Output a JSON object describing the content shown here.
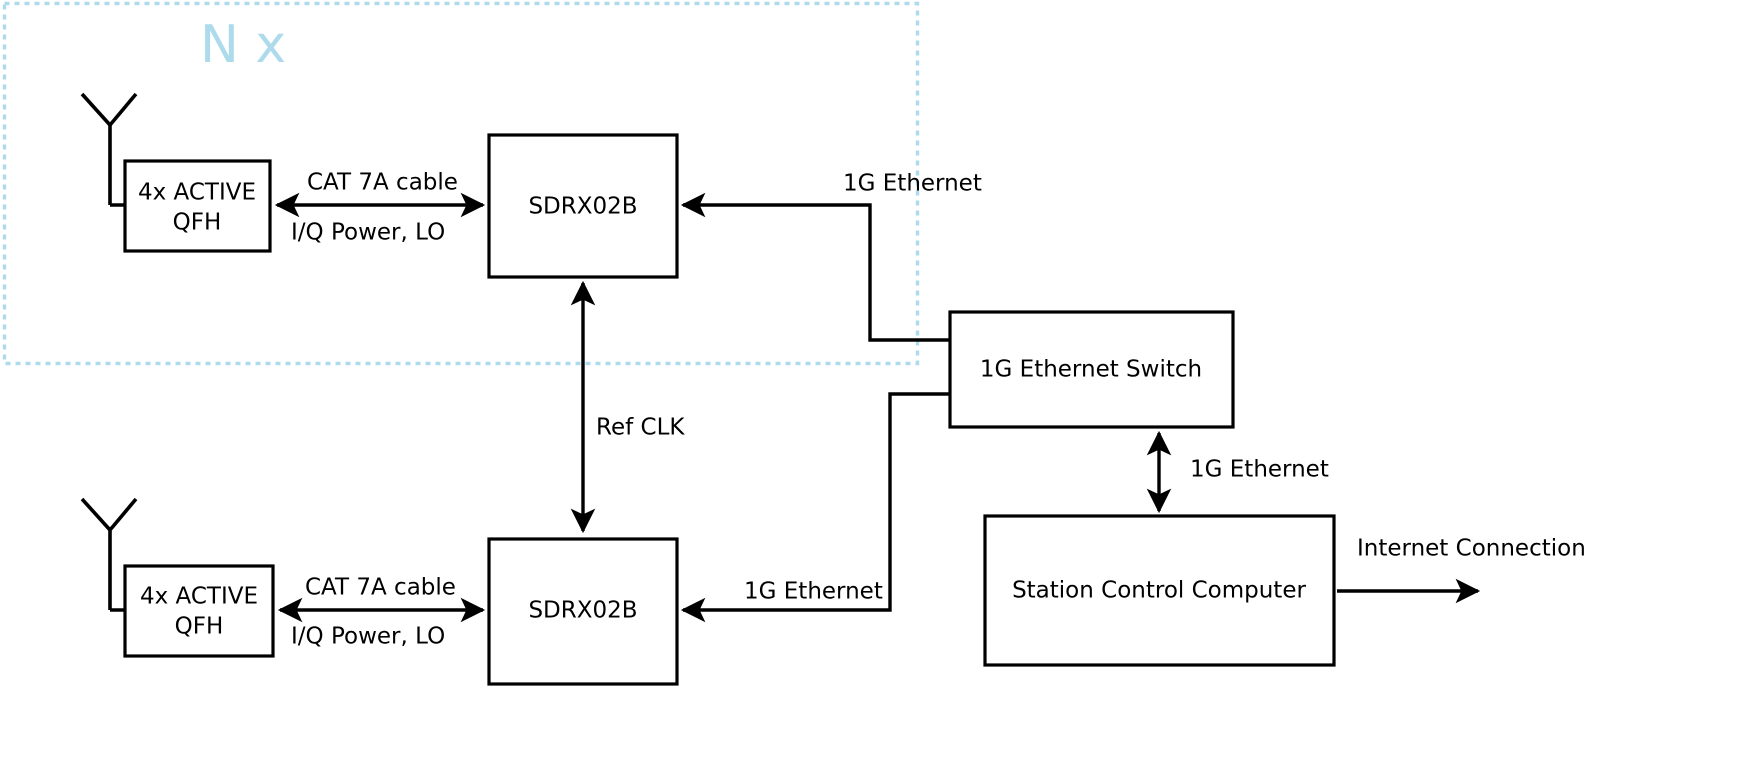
{
  "diagram": {
    "title": "SDR Ground Station Block Diagram",
    "group": {
      "label": "N x",
      "color": "#addbeb",
      "style": "dotted-border"
    },
    "colors": {
      "line": "#000000",
      "box_fill": "#ffffff",
      "group_accent": "#addbeb",
      "background": "#ffffff"
    },
    "nodes": [
      {
        "id": "antenna-top",
        "type": "antenna-symbol",
        "label": ""
      },
      {
        "id": "qfh-top",
        "type": "box",
        "label_line1": "4x ACTIVE",
        "label_line2": "QFH"
      },
      {
        "id": "sdrx-top",
        "type": "box",
        "label_line1": "SDRX02B",
        "label_line2": ""
      },
      {
        "id": "antenna-bottom",
        "type": "antenna-symbol",
        "label": ""
      },
      {
        "id": "qfh-bottom",
        "type": "box",
        "label_line1": "4x ACTIVE",
        "label_line2": "QFH"
      },
      {
        "id": "sdrx-bottom",
        "type": "box",
        "label_line1": "SDRX02B",
        "label_line2": ""
      },
      {
        "id": "switch",
        "type": "box",
        "label_line1": "1G Ethernet Switch",
        "label_line2": ""
      },
      {
        "id": "station-computer",
        "type": "box",
        "label_line1": "Station Control Computer",
        "label_line2": ""
      }
    ],
    "edges": [
      {
        "id": "qfh-top-to-sdrx-top",
        "label_above": "CAT 7A cable",
        "label_below": "I/Q Power, LO",
        "arrows": "both"
      },
      {
        "id": "qfh-bottom-to-sdrx-bottom",
        "label_above": "CAT 7A cable",
        "label_below": "I/Q Power, LO",
        "arrows": "both"
      },
      {
        "id": "sdrx-top-to-switch",
        "label": "1G Ethernet",
        "arrows": "both-ends"
      },
      {
        "id": "sdrx-bottom-to-switch",
        "label": "1G Ethernet",
        "arrows": "both-ends"
      },
      {
        "id": "sdrx-top-to-sdrx-bottom",
        "label": "Ref CLK",
        "arrows": "both"
      },
      {
        "id": "switch-to-computer",
        "label": "1G Ethernet",
        "arrows": "both"
      },
      {
        "id": "computer-to-internet",
        "label": "Internet Connection",
        "arrows": "forward"
      }
    ],
    "labels": {
      "n_times": "N x",
      "cat7a_top": "CAT 7A cable",
      "iq_power_lo_top": "I/Q Power, LO",
      "cat7a_bottom": "CAT 7A cable",
      "iq_power_lo_bottom": "I/Q Power, LO",
      "eth_top": "1G Ethernet",
      "eth_bottom": "1G Ethernet",
      "eth_switch_computer": "1G Ethernet",
      "ref_clk": "Ref CLK",
      "internet": "Internet Connection",
      "qfh_top_l1": "4x ACTIVE",
      "qfh_top_l2": "QFH",
      "qfh_bottom_l1": "4x ACTIVE",
      "qfh_bottom_l2": "QFH",
      "sdrx_top": "SDRX02B",
      "sdrx_bottom": "SDRX02B",
      "switch": "1G Ethernet Switch",
      "computer": "Station Control Computer"
    }
  }
}
